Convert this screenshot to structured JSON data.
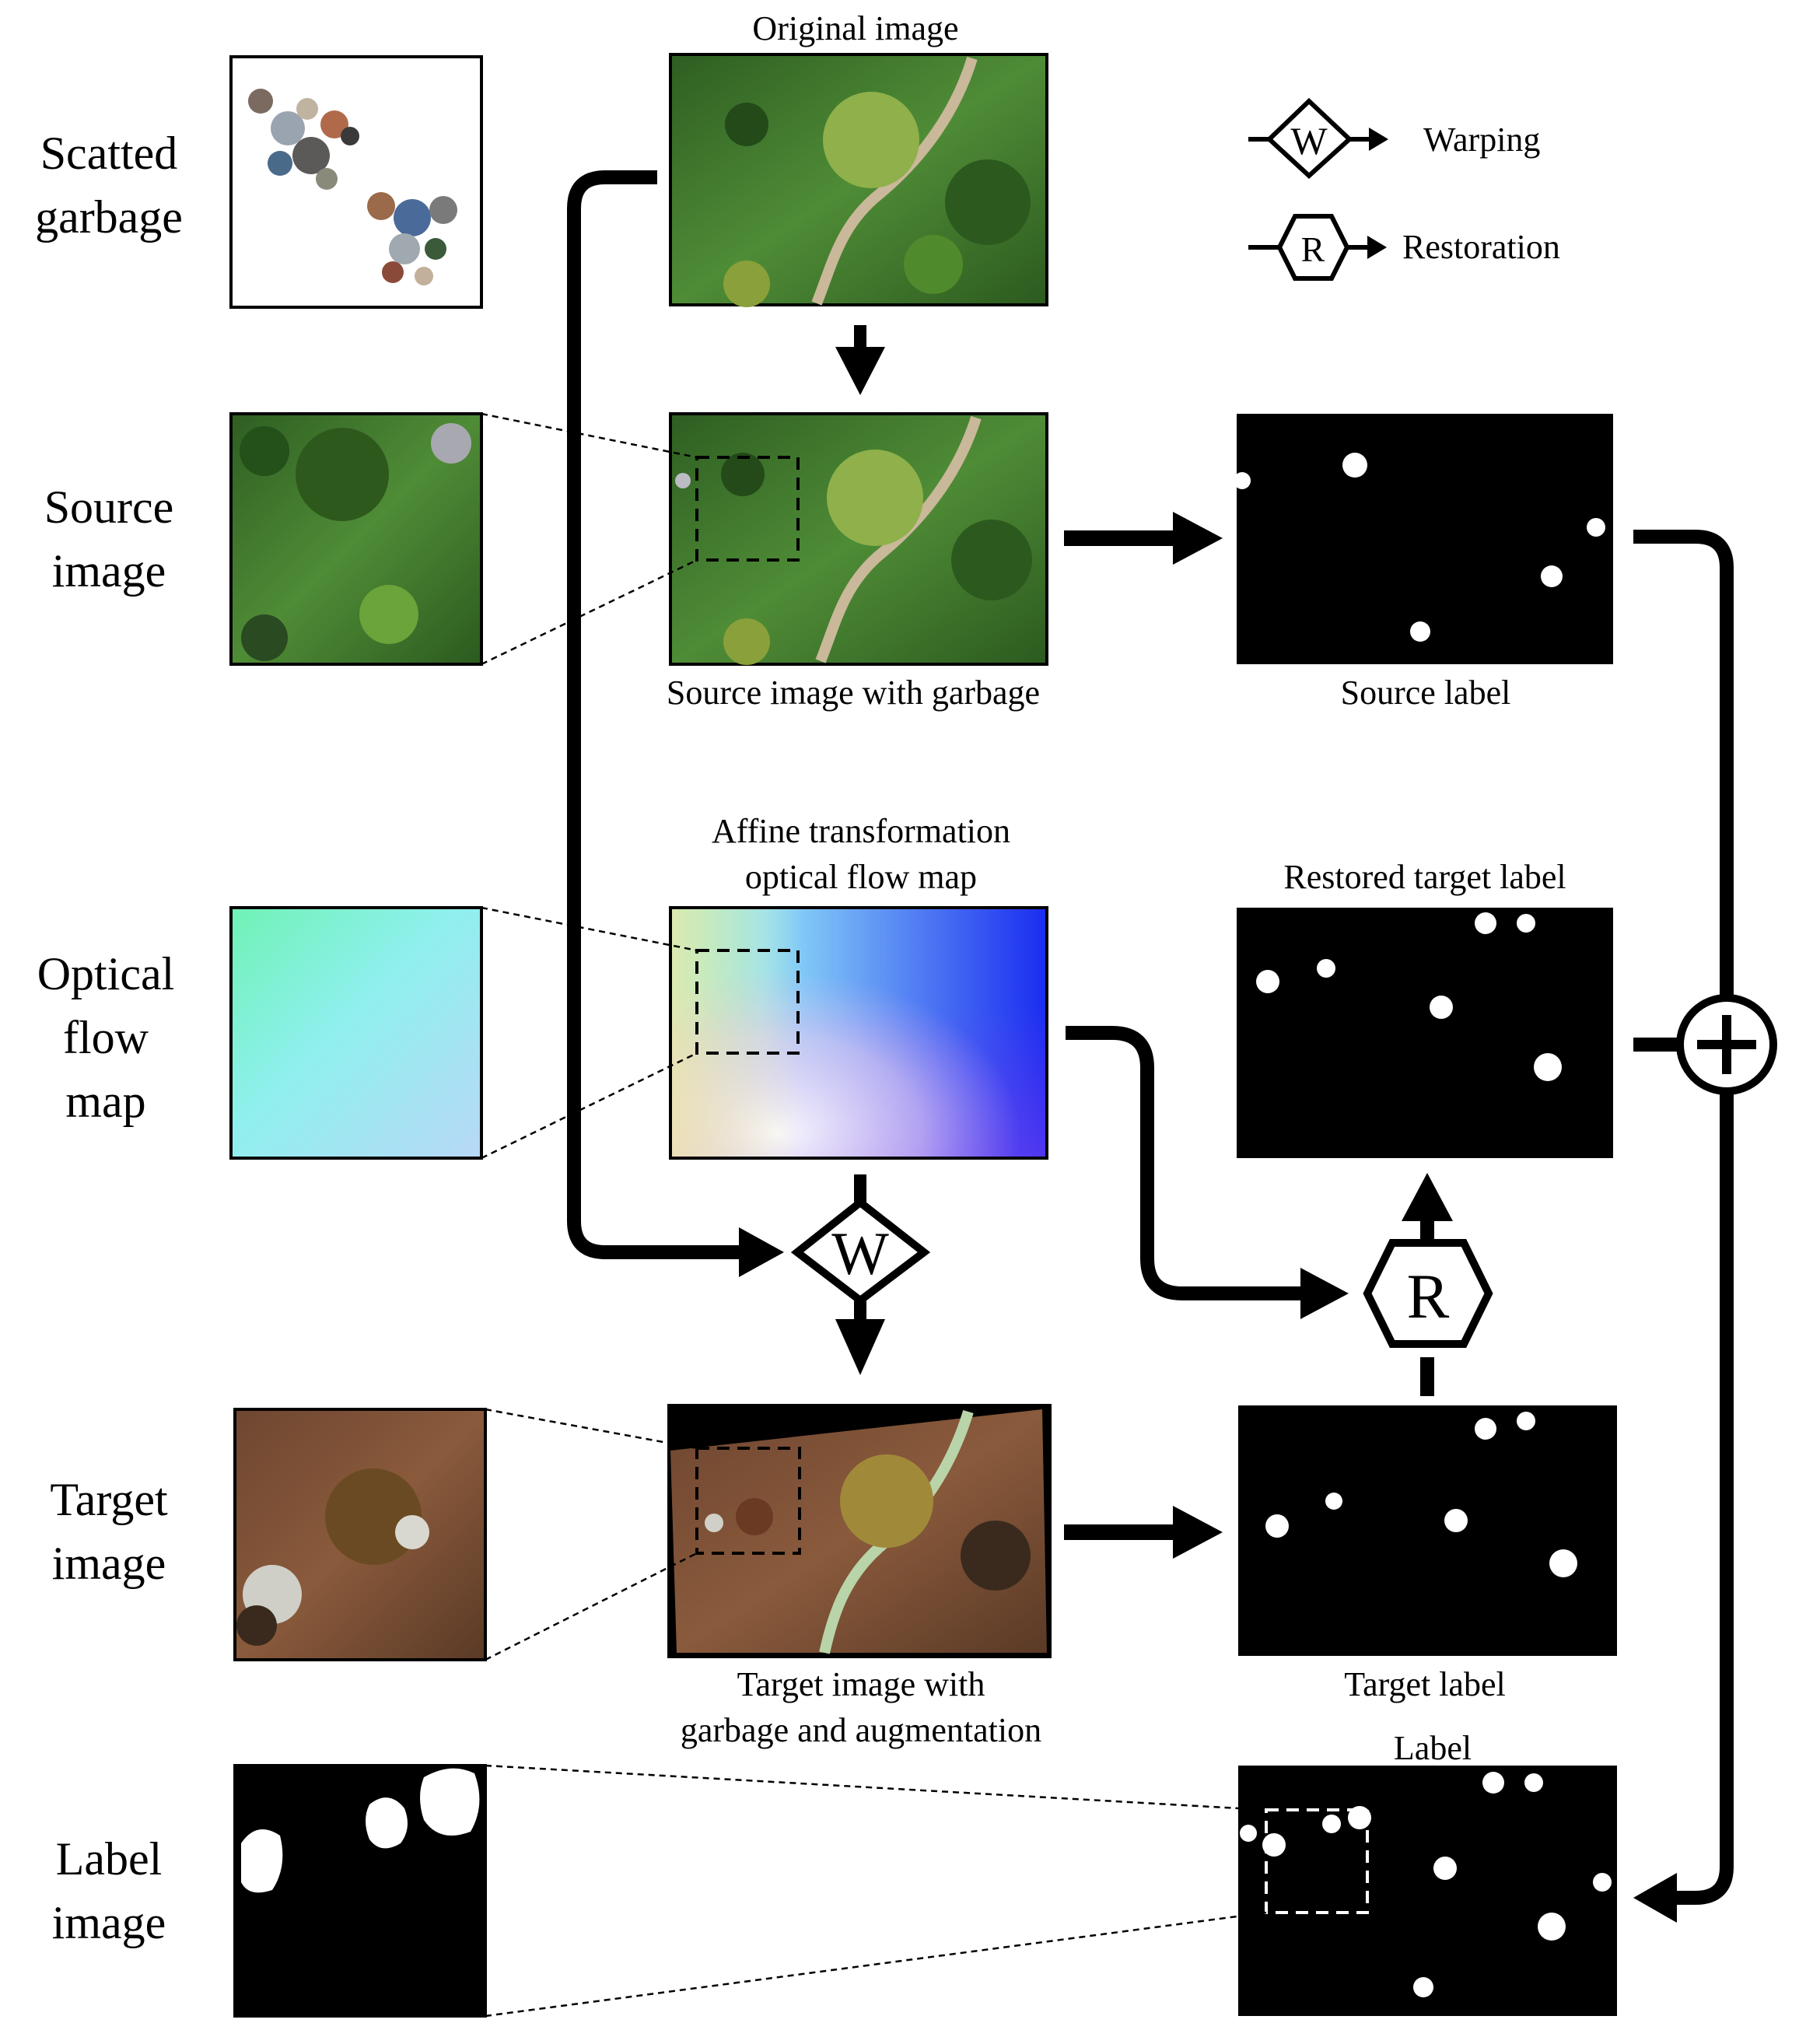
{
  "rows": {
    "scattered_garbage": [
      "Scatted",
      "garbage"
    ],
    "source_image": [
      "Source",
      "image"
    ],
    "optical_flow_map": [
      "Optical",
      "flow",
      "map"
    ],
    "target_image": [
      "Target",
      "image"
    ],
    "label_image": [
      "Label",
      "image"
    ]
  },
  "captions": {
    "original_image": "Original image",
    "source_with_garbage": "Source image with garbage",
    "source_label": "Source label",
    "affine_flow": [
      "Affine transformation",
      "optical flow map"
    ],
    "restored_target_label": "Restored target label",
    "target_with_garbage": [
      "Target image with",
      "garbage and augmentation"
    ],
    "target_label": "Target label",
    "label": "Label"
  },
  "legend": {
    "warping_symbol": "W",
    "warping_label": "Warping",
    "restoration_symbol": "R",
    "restoration_label": "Restoration"
  },
  "operators": {
    "warp": "W",
    "restore": "R"
  },
  "colors": {
    "vegetation_green": "#3f7a2e",
    "soil_brown": "#8a5a3c",
    "flow_cyan": "#8ff0ee",
    "flow_blue": "#1a2cf0",
    "flow_violet": "#7a3cf0"
  }
}
